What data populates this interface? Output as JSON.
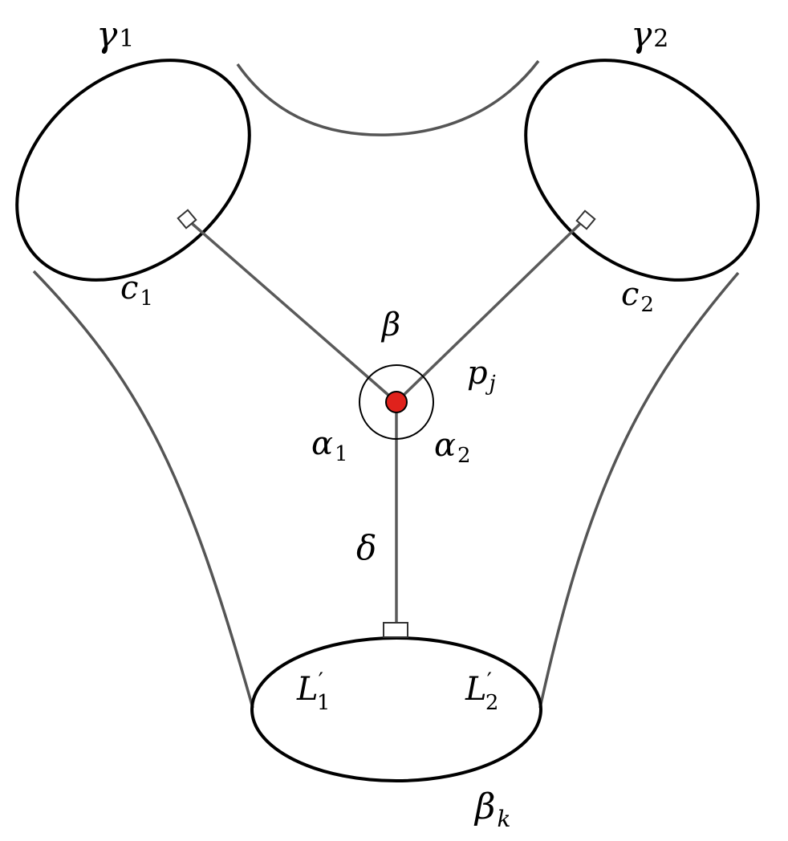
{
  "labels": {
    "gamma1": {
      "base": "γ",
      "sub": "1"
    },
    "gamma2": {
      "base": "γ",
      "sub": "2"
    },
    "c1": {
      "base": "c",
      "sub": "1"
    },
    "c2": {
      "base": "c",
      "sub": "2"
    },
    "beta": "β",
    "pj": {
      "base": "p",
      "sub": "j"
    },
    "alpha1": {
      "base": "α",
      "sub": "1"
    },
    "alpha2": {
      "base": "α",
      "sub": "2"
    },
    "delta": "δ",
    "L1": {
      "base": "L",
      "sup": "′",
      "sub": "1"
    },
    "L2": {
      "base": "L",
      "sup": "′",
      "sub": "2"
    },
    "betak": {
      "base": "β",
      "sub": "k"
    }
  },
  "colors": {
    "boundary": "#000000",
    "surface": "#555555",
    "geodesic": "#5a5a5a",
    "point": "#e0221c"
  }
}
